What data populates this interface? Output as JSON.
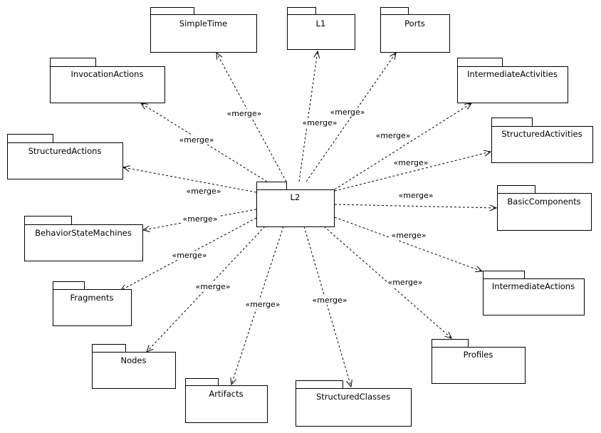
{
  "diagram": {
    "center_package": "L2",
    "packages": [
      {
        "id": "simpletime",
        "label": "SimpleTime"
      },
      {
        "id": "l1",
        "label": "L1"
      },
      {
        "id": "ports",
        "label": "Ports"
      },
      {
        "id": "invocationactions",
        "label": "InvocationActions"
      },
      {
        "id": "intermediateactivities",
        "label": "IntermediateActivities"
      },
      {
        "id": "structuredactivities",
        "label": "StructuredActivities"
      },
      {
        "id": "structuredactions",
        "label": "StructuredActions"
      },
      {
        "id": "basiccomponents",
        "label": "BasicComponents"
      },
      {
        "id": "behaviorstatemachines",
        "label": "BehaviorStateMachines"
      },
      {
        "id": "intermediateactions",
        "label": "IntermediateActions"
      },
      {
        "id": "fragments",
        "label": "Fragments"
      },
      {
        "id": "profiles",
        "label": "Profiles"
      },
      {
        "id": "nodes",
        "label": "Nodes"
      },
      {
        "id": "artifacts",
        "label": "Artifacts"
      },
      {
        "id": "structuredclasses",
        "label": "StructuredClasses"
      }
    ],
    "relationships": [
      {
        "target": "simpletime",
        "stereotype": "«merge»"
      },
      {
        "target": "l1",
        "stereotype": "«merge»"
      },
      {
        "target": "ports",
        "stereotype": "«merge»"
      },
      {
        "target": "invocationactions",
        "stereotype": "«merge»"
      },
      {
        "target": "intermediateactivities",
        "stereotype": "«merge»"
      },
      {
        "target": "structuredactivities",
        "stereotype": "«merge»"
      },
      {
        "target": "structuredactions",
        "stereotype": "«merge»"
      },
      {
        "target": "basiccomponents",
        "stereotype": "«merge»"
      },
      {
        "target": "behaviorstatemachines",
        "stereotype": "«merge»"
      },
      {
        "target": "intermediateactions",
        "stereotype": "«merge»"
      },
      {
        "target": "fragments",
        "stereotype": "«merge»"
      },
      {
        "target": "profiles",
        "stereotype": "«merge»"
      },
      {
        "target": "nodes",
        "stereotype": "«merge»"
      },
      {
        "target": "artifacts",
        "stereotype": "«merge»"
      },
      {
        "target": "structuredclasses",
        "stereotype": "«merge»"
      }
    ]
  }
}
